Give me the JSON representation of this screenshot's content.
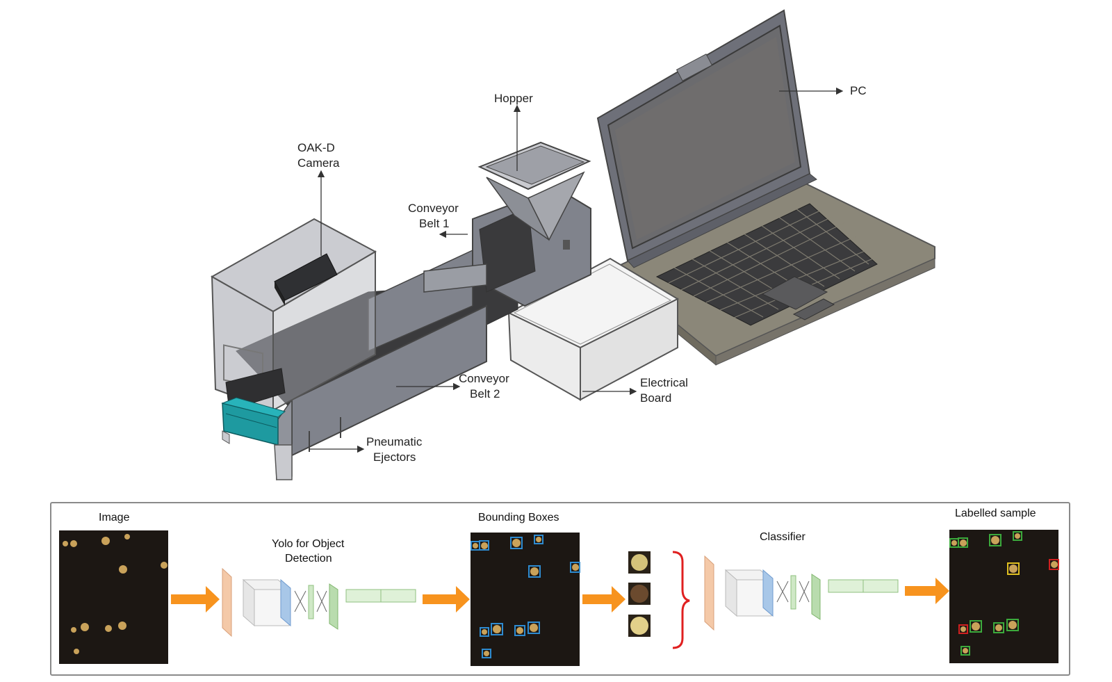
{
  "labels": {
    "oak_line1": "OAK-D",
    "oak_line2": "Camera",
    "hopper": "Hopper",
    "pc": "PC",
    "belt1_line1": "Conveyor",
    "belt1_line2": "Belt 1",
    "belt2_line1": "Conveyor",
    "belt2_line2": "Belt 2",
    "electrical_line1": "Electrical",
    "electrical_line2": "Board",
    "ejectors_line1": "Pneumatic",
    "ejectors_line2": "Ejectors"
  },
  "pipeline": {
    "image": "Image",
    "yolo_line1": "Yolo for Object",
    "yolo_line2": "Detection",
    "bounding_boxes": "Bounding Boxes",
    "classifier": "Classifier",
    "labelled": "Labelled sample"
  },
  "colors": {
    "machine_body": "#80838c",
    "belt": "#3a3a3c",
    "ejector": "#1e9aa0",
    "laptop_lid": "#6e7079",
    "laptop_base": "#8b8779",
    "arrow": "#f7931e",
    "brace": "#e02020",
    "box": "#2e8bd0"
  }
}
